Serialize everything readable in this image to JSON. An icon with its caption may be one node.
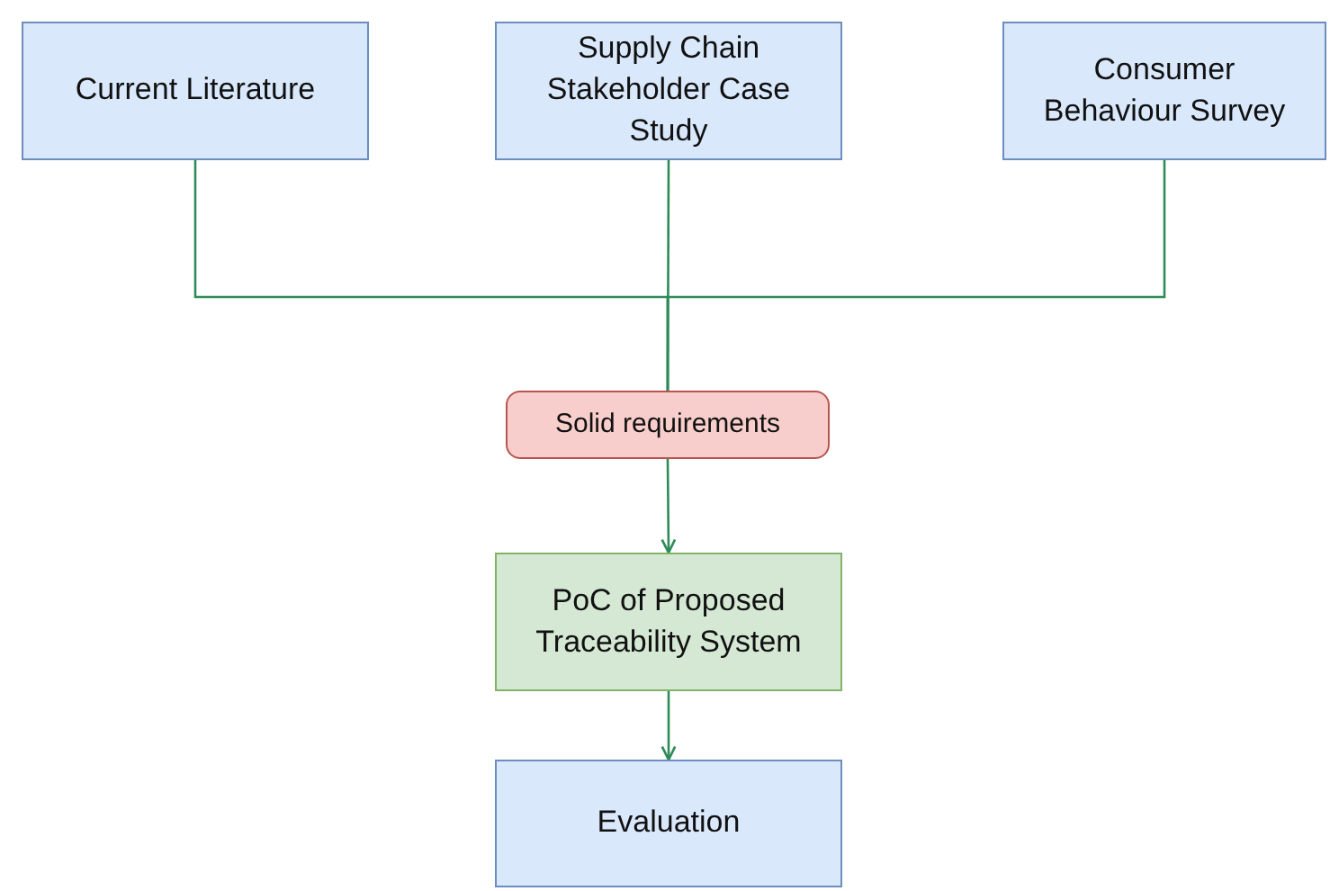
{
  "diagram": {
    "nodes": [
      {
        "text": [
          "Current Literature"
        ]
      },
      {
        "text": [
          "Supply Chain Stakeholder Case Study"
        ]
      },
      {
        "text": [
          "Consumer Behaviour Survey"
        ]
      },
      {
        "text": [
          "Solid requirements"
        ]
      },
      {
        "text": [
          "PoC of Proposed Traceability System"
        ]
      },
      {
        "text": [
          "Evaluation"
        ]
      }
    ],
    "edges": [
      {
        "from": 0,
        "to": 3,
        "arrow": "none"
      },
      {
        "from": 1,
        "to": 3,
        "arrow": "none"
      },
      {
        "from": 2,
        "to": 3,
        "arrow": "none"
      },
      {
        "from": 3,
        "to": 4,
        "arrow": "to"
      },
      {
        "from": 4,
        "to": 5,
        "arrow": "to"
      }
    ]
  }
}
